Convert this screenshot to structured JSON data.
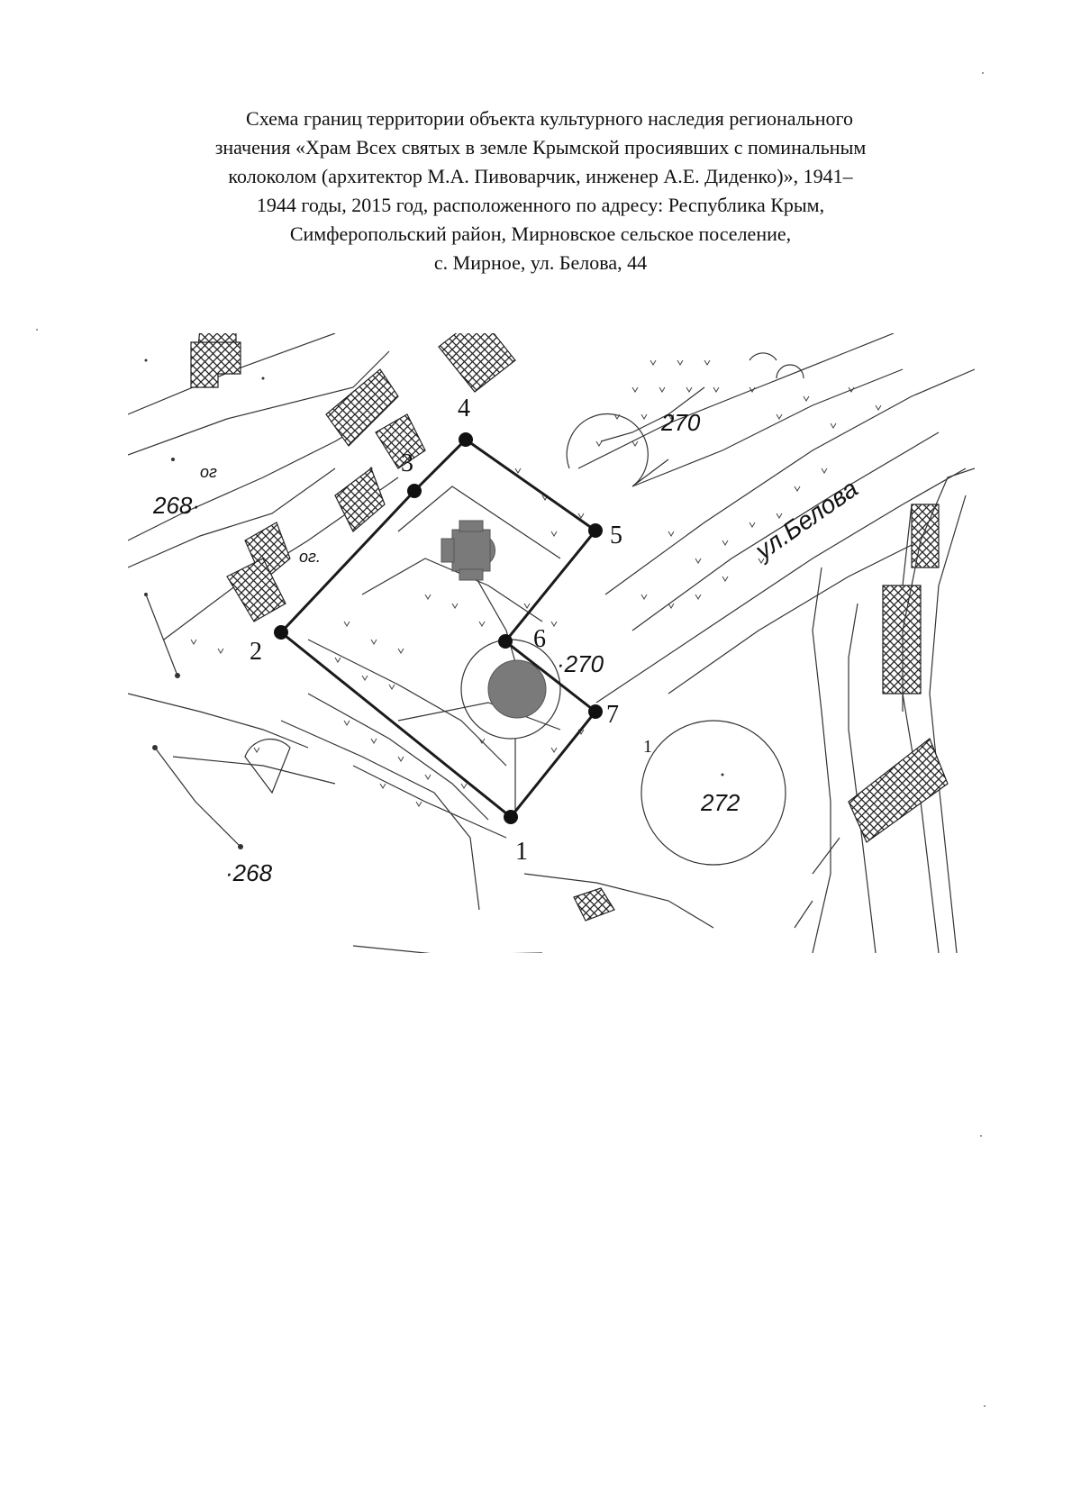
{
  "document": {
    "caption_lines": [
      "Схема границ территории объекта культурного наследия регионального",
      "значения «Храм Всех святых в земле Крымской просиявших с поминальным",
      "колоколом (архитектор М.А. Пивоварчик, инженер А.Е. Диденко)», 1941–",
      "1944 годы, 2015 год, расположенного по адресу: Республика Крым,",
      "Симферопольский район, Мирновское сельское поселение,",
      "с. Мирное, ул. Белова, 44"
    ]
  },
  "map": {
    "street_label": "ул.Белова",
    "parcel_marks": [
      "ог",
      "ог."
    ],
    "elevations": [
      "268·",
      "·268",
      "270",
      "·270",
      "272",
      "268"
    ],
    "misc_marks": [
      "1"
    ],
    "boundary_points": [
      {
        "id": "1",
        "label": "1"
      },
      {
        "id": "2",
        "label": "2"
      },
      {
        "id": "3",
        "label": "3"
      },
      {
        "id": "4",
        "label": "4"
      },
      {
        "id": "5",
        "label": "5"
      },
      {
        "id": "6",
        "label": "6"
      },
      {
        "id": "7",
        "label": "7"
      }
    ],
    "colors": {
      "boundary": "#1a1a1a",
      "building_fill": "#7a7a7a",
      "hatch": "#222222"
    }
  }
}
